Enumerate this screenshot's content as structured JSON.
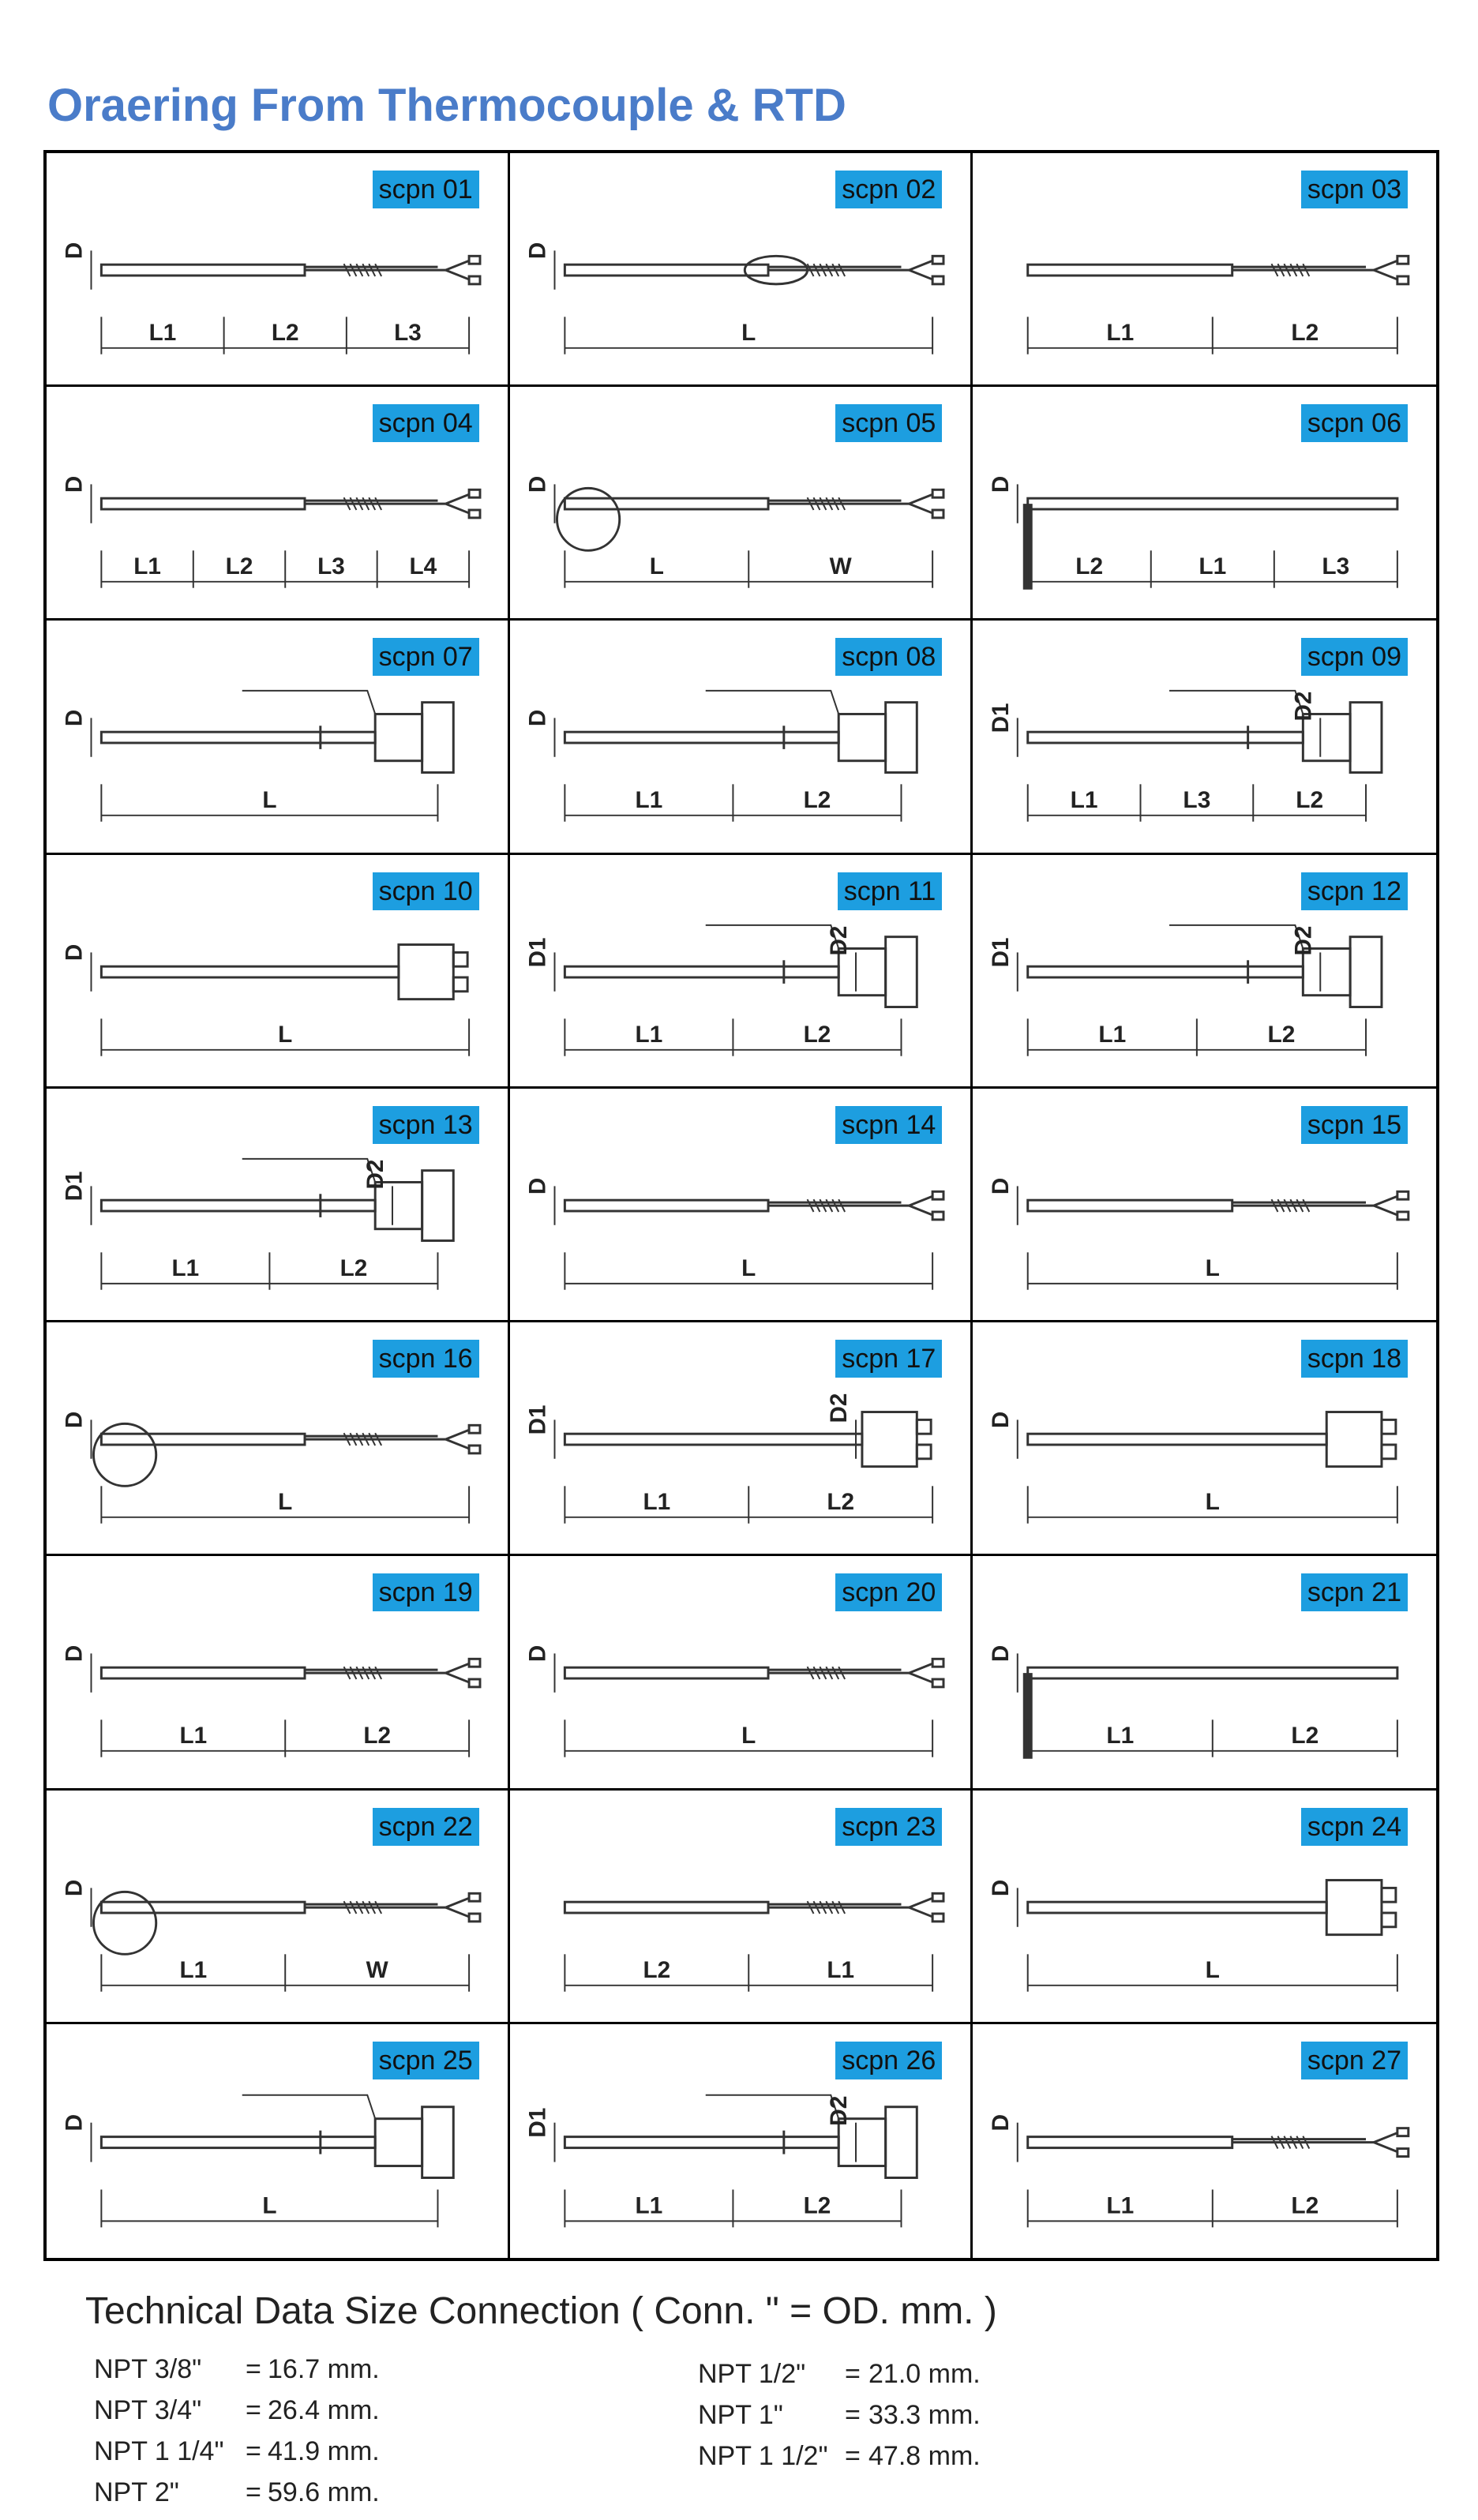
{
  "title": "Oraering From Thermocouple & RTD",
  "badge_color": "#1d9ee0",
  "title_color": "#4a7cc9",
  "cells": [
    {
      "code": "scpn 01",
      "end": "wires",
      "labels": [
        "D",
        "L1",
        "L2",
        "L3"
      ]
    },
    {
      "code": "scpn 02",
      "end": "handle",
      "labels": [
        "L",
        "D"
      ]
    },
    {
      "code": "scpn 03",
      "end": "wires",
      "labels": [
        "L1",
        "L2"
      ]
    },
    {
      "code": "scpn 04",
      "end": "wires",
      "labels": [
        "D",
        "L1",
        "L2",
        "L3",
        "L4"
      ]
    },
    {
      "code": "scpn 05",
      "end": "ring",
      "labels": [
        "L",
        "D",
        "W"
      ]
    },
    {
      "code": "scpn 06",
      "end": "bend",
      "labels": [
        "L2",
        "L1",
        "L3",
        "D"
      ]
    },
    {
      "code": "scpn 07",
      "end": "head",
      "labels": [
        "D",
        "L"
      ]
    },
    {
      "code": "scpn 08",
      "end": "head",
      "labels": [
        "D",
        "L1",
        "L2"
      ]
    },
    {
      "code": "scpn 09",
      "end": "head",
      "labels": [
        "D1",
        "D2",
        "L1",
        "L3",
        "L2"
      ]
    },
    {
      "code": "scpn 10",
      "end": "block",
      "labels": [
        "D",
        "L"
      ]
    },
    {
      "code": "scpn 11",
      "end": "head",
      "labels": [
        "D1",
        "D2",
        "L1",
        "L2"
      ]
    },
    {
      "code": "scpn 12",
      "end": "head",
      "labels": [
        "D1",
        "D2",
        "L1",
        "L2"
      ]
    },
    {
      "code": "scpn 13",
      "end": "head",
      "labels": [
        "D1",
        "D2",
        "L1",
        "L2"
      ]
    },
    {
      "code": "scpn 14",
      "end": "wires",
      "labels": [
        "D",
        "L"
      ]
    },
    {
      "code": "scpn 15",
      "end": "wires",
      "labels": [
        "D",
        "L"
      ]
    },
    {
      "code": "scpn 16",
      "end": "ring",
      "labels": [
        "D",
        "L"
      ]
    },
    {
      "code": "scpn 17",
      "end": "block",
      "labels": [
        "D1",
        "D2",
        "L1",
        "L2"
      ]
    },
    {
      "code": "scpn 18",
      "end": "block",
      "labels": [
        "D",
        "L"
      ]
    },
    {
      "code": "scpn 19",
      "end": "wires",
      "labels": [
        "D",
        "L1",
        "L2"
      ]
    },
    {
      "code": "scpn 20",
      "end": "wires",
      "labels": [
        "D",
        "L"
      ]
    },
    {
      "code": "scpn 21",
      "end": "elbow",
      "labels": [
        "L1",
        "L2",
        "D"
      ]
    },
    {
      "code": "scpn 22",
      "end": "ring",
      "labels": [
        "L1",
        "D",
        "W"
      ]
    },
    {
      "code": "scpn 23",
      "end": "wires",
      "labels": [
        "L2",
        "L1"
      ]
    },
    {
      "code": "scpn 24",
      "end": "block",
      "labels": [
        "D",
        "L"
      ]
    },
    {
      "code": "scpn 25",
      "end": "head",
      "labels": [
        "D",
        "L"
      ]
    },
    {
      "code": "scpn 26",
      "end": "head",
      "labels": [
        "D1",
        "D2",
        "L1",
        "L2"
      ]
    },
    {
      "code": "scpn 27",
      "end": "wires",
      "labels": [
        "D",
        "L1",
        "L2"
      ]
    }
  ],
  "technical": {
    "heading": "Technical Data Size Connection ( Conn. \" = OD. mm. )",
    "left": [
      {
        "conn": "NPT 3/8\"",
        "eq": "=",
        "od": "16.7 mm."
      },
      {
        "conn": "NPT 3/4\"",
        "eq": "=",
        "od": "26.4 mm."
      },
      {
        "conn": "NPT 1 1/4\"",
        "eq": "=",
        "od": "41.9 mm."
      },
      {
        "conn": "NPT 2\"",
        "eq": "=",
        "od": "59.6 mm."
      }
    ],
    "right": [
      {
        "conn": "NPT 1/2\"",
        "eq": "=",
        "od": "21.0 mm."
      },
      {
        "conn": "NPT 1\"",
        "eq": "=",
        "od": "33.3 mm."
      },
      {
        "conn": "NPT 1 1/2\"",
        "eq": "=",
        "od": "47.8 mm."
      }
    ]
  }
}
